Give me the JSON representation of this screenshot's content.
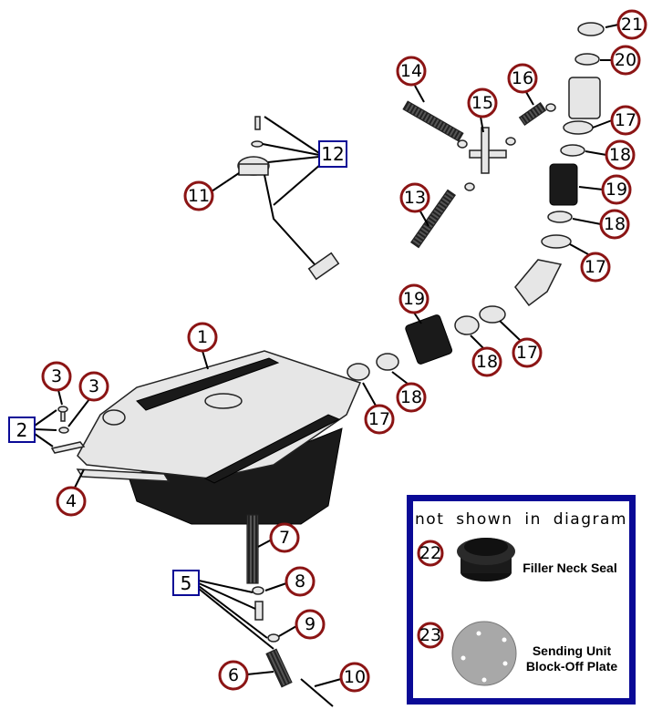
{
  "diagram": {
    "callouts": {
      "c1": "1",
      "c3a": "3",
      "c3b": "3",
      "c4": "4",
      "c6": "6",
      "c7": "7",
      "c8": "8",
      "c9": "9",
      "c10": "10",
      "c11": "11",
      "c13": "13",
      "c14": "14",
      "c15": "15",
      "c16": "16",
      "c17a": "17",
      "c17b": "17",
      "c17c": "17",
      "c17d": "17",
      "c18a": "18",
      "c18b": "18",
      "c18c": "18",
      "c18d": "18",
      "c19a": "19",
      "c19b": "19",
      "c20": "20",
      "c21": "21"
    },
    "group_labels": {
      "g2": "2",
      "g5": "5",
      "g12": "12"
    }
  },
  "legend": {
    "title": "not shown in diagram",
    "items": [
      {
        "number": "22",
        "label": "Filler Neck Seal"
      },
      {
        "number": "23",
        "label": "Sending Unit Block-Off Plate"
      }
    ]
  },
  "colors": {
    "callout_ring": "#8b1414",
    "box_border": "#0a0a96"
  }
}
